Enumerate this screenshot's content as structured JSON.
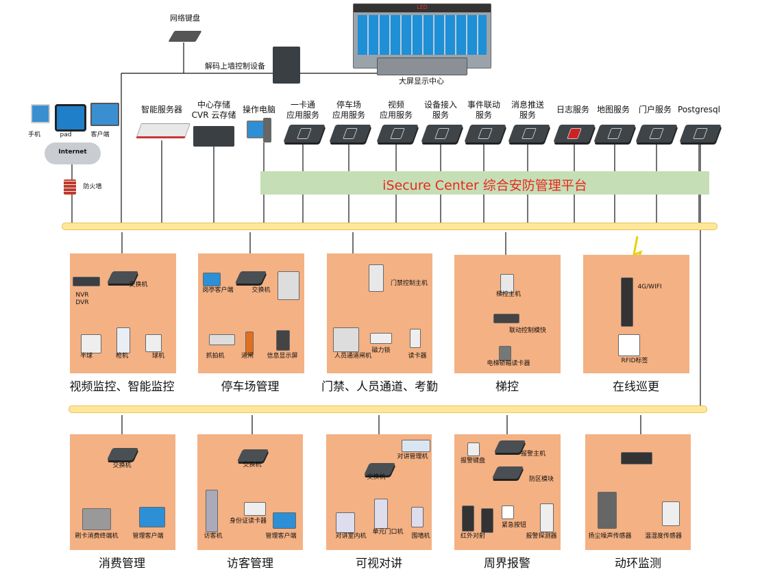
{
  "top": {
    "keyboard": "网络键盘",
    "decoder": "解码上墙控制设备",
    "bigscreen": "大屏显示中心",
    "led": "LED"
  },
  "clients": {
    "phone": "手机",
    "pad": "pad",
    "client": "客户端",
    "internet": "Internet",
    "firewall": "防火墙"
  },
  "services": [
    {
      "line1": "智能服务器",
      "line2": ""
    },
    {
      "line1": "中心存储",
      "line2": "CVR 云存储"
    },
    {
      "line1": "操作电脑",
      "line2": ""
    },
    {
      "line1": "一卡通",
      "line2": "应用服务"
    },
    {
      "line1": "停车场",
      "line2": "应用服务"
    },
    {
      "line1": "视频",
      "line2": "应用服务"
    },
    {
      "line1": "设备接入",
      "line2": "服务"
    },
    {
      "line1": "事件联动",
      "line2": "服务"
    },
    {
      "line1": "消息推送",
      "line2": "服务"
    },
    {
      "line1": "日志服务",
      "line2": ""
    },
    {
      "line1": "地图服务",
      "line2": ""
    },
    {
      "line1": "门户服务",
      "line2": ""
    },
    {
      "line1": "Postgresql",
      "line2": ""
    }
  ],
  "platform": "iSecure Center 综合安防管理平台",
  "row1": [
    {
      "title": "视频监控、智能监控",
      "labels": [
        "交换机",
        "NVR",
        "DVR",
        "半球",
        "枪机",
        "球机"
      ]
    },
    {
      "title": "停车场管理",
      "labels": [
        "岗亭客户端",
        "交换机",
        "抓拍机",
        "道闸",
        "信息显示屏"
      ]
    },
    {
      "title": "门禁、人员通道、考勤",
      "labels": [
        "门禁控制主机",
        "人员通道闸机",
        "磁力锁",
        "读卡器"
      ]
    },
    {
      "title": "梯控",
      "labels": [
        "梯控主机",
        "联动控制模快",
        "电梯轿箱读卡器"
      ]
    },
    {
      "title": "在线巡更",
      "labels": [
        "4G/WIFI",
        "RFID标签"
      ]
    }
  ],
  "row2": [
    {
      "title": "消费管理",
      "labels": [
        "交换机",
        "刷卡消费终端机",
        "管理客户端"
      ]
    },
    {
      "title": "访客管理",
      "labels": [
        "交换机",
        "访客机",
        "身份证读卡器",
        "管理客户端"
      ]
    },
    {
      "title": "可视对讲",
      "labels": [
        "对讲管理机",
        "交换机",
        "对讲室内机",
        "单元门口机",
        "围墙机"
      ]
    },
    {
      "title": "周界报警",
      "labels": [
        "报警键盘",
        "报警主机",
        "防区模块",
        "红外对射",
        "紧急按钮",
        "报警探测器"
      ]
    },
    {
      "title": "动环监测",
      "labels": [
        "扬尘噪声传感器",
        "温湿度传感器"
      ]
    }
  ],
  "colors": {
    "box": "#f4b183",
    "bus": "#ffe699",
    "platform_bg": "#c5deb5",
    "platform_text": "#e8281e"
  }
}
